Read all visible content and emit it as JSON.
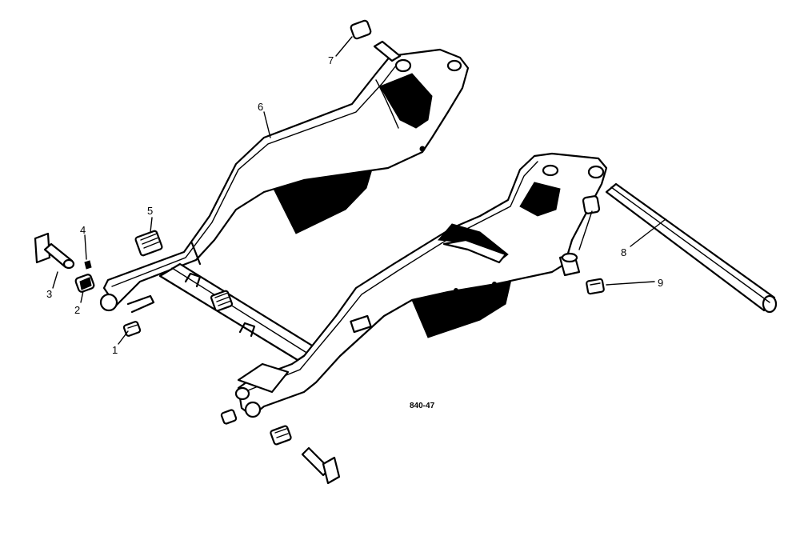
{
  "callouts": {
    "c1": "1",
    "c2": "2",
    "c3": "3",
    "c4": "4",
    "c5": "5",
    "c6": "6",
    "c7": "7",
    "c8": "8",
    "c9": "9"
  },
  "figure_id": "840-47",
  "colors": {
    "ink": "#000000",
    "paper": "#ffffff"
  }
}
